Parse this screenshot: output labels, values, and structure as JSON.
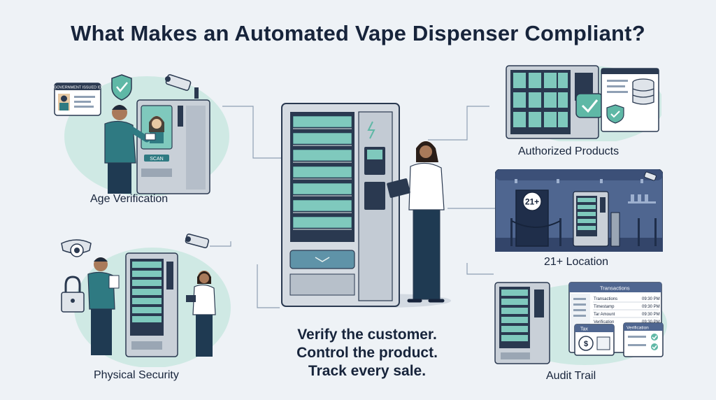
{
  "title": "What Makes an Automated Vape Dispenser Compliant?",
  "sections": {
    "age_verification": {
      "label": "Age Verification",
      "id_card_text": "GOVERNMENT ISSUED ID",
      "scan_text": "SCAN"
    },
    "physical_security": {
      "label": "Physical Security"
    },
    "authorized_products": {
      "label": "Authorized Products"
    },
    "location": {
      "label": "21+ Location",
      "door_sign": "21+"
    },
    "audit_trail": {
      "label": "Audit Trail",
      "transactions_header": "Transactions",
      "rows": [
        {
          "name": "Transactions",
          "time": "09:30 PM"
        },
        {
          "name": "Timestamp",
          "time": "09:30 PM"
        },
        {
          "name": "Tar Amount",
          "time": "09:30 PM"
        },
        {
          "name": "Verification",
          "time": "09:30 PM"
        }
      ],
      "tax_label": "Tax",
      "verification_label": "Verification"
    }
  },
  "tagline": [
    "Verify the customer.",
    "Control the product.",
    "Track every sale."
  ],
  "colors": {
    "background": "#eef2f6",
    "accent": "#5fb8a6",
    "navy": "#17243b",
    "machine": "#c9d0d8"
  }
}
